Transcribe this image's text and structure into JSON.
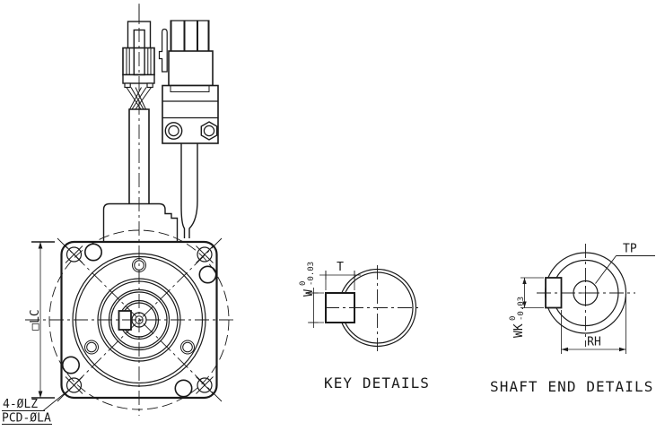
{
  "front_view": {
    "flange_size_label": "□LC",
    "mount_holes_note": "4-ØLZ",
    "pitch_circle_note": "PCD-ØLA"
  },
  "key_details": {
    "caption": "KEY DETAILS",
    "key_width_label": "T",
    "key_height_label": "W",
    "key_height_tol_upper": "0",
    "key_height_tol_lower": "-0.03"
  },
  "shaft_end_details": {
    "caption": "SHAFT END DETAILS",
    "tapped_hole_label": "TP",
    "shaft_diameter_label": "RH",
    "keyway_width_label": "WK",
    "keyway_tol_upper": "0",
    "keyway_tol_lower": "-0.03"
  },
  "colors": {
    "line": "#1a1a1a",
    "background": "#ffffff"
  }
}
